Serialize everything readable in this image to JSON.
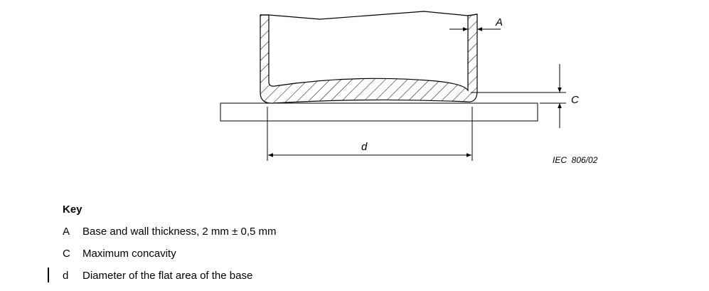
{
  "diagram": {
    "labels": {
      "a": "A",
      "c": "C",
      "d": "d",
      "reference": "IEC  806/02"
    }
  },
  "key": {
    "title": "Key",
    "items": [
      {
        "letter": "A",
        "text": "Base and wall thickness, 2 mm ± 0,5 mm"
      },
      {
        "letter": "C",
        "text": "Maximum concavity"
      },
      {
        "letter": "d",
        "text": "Diameter of the flat area of the base"
      }
    ]
  },
  "colors": {
    "line": "#000000",
    "background": "#ffffff"
  }
}
